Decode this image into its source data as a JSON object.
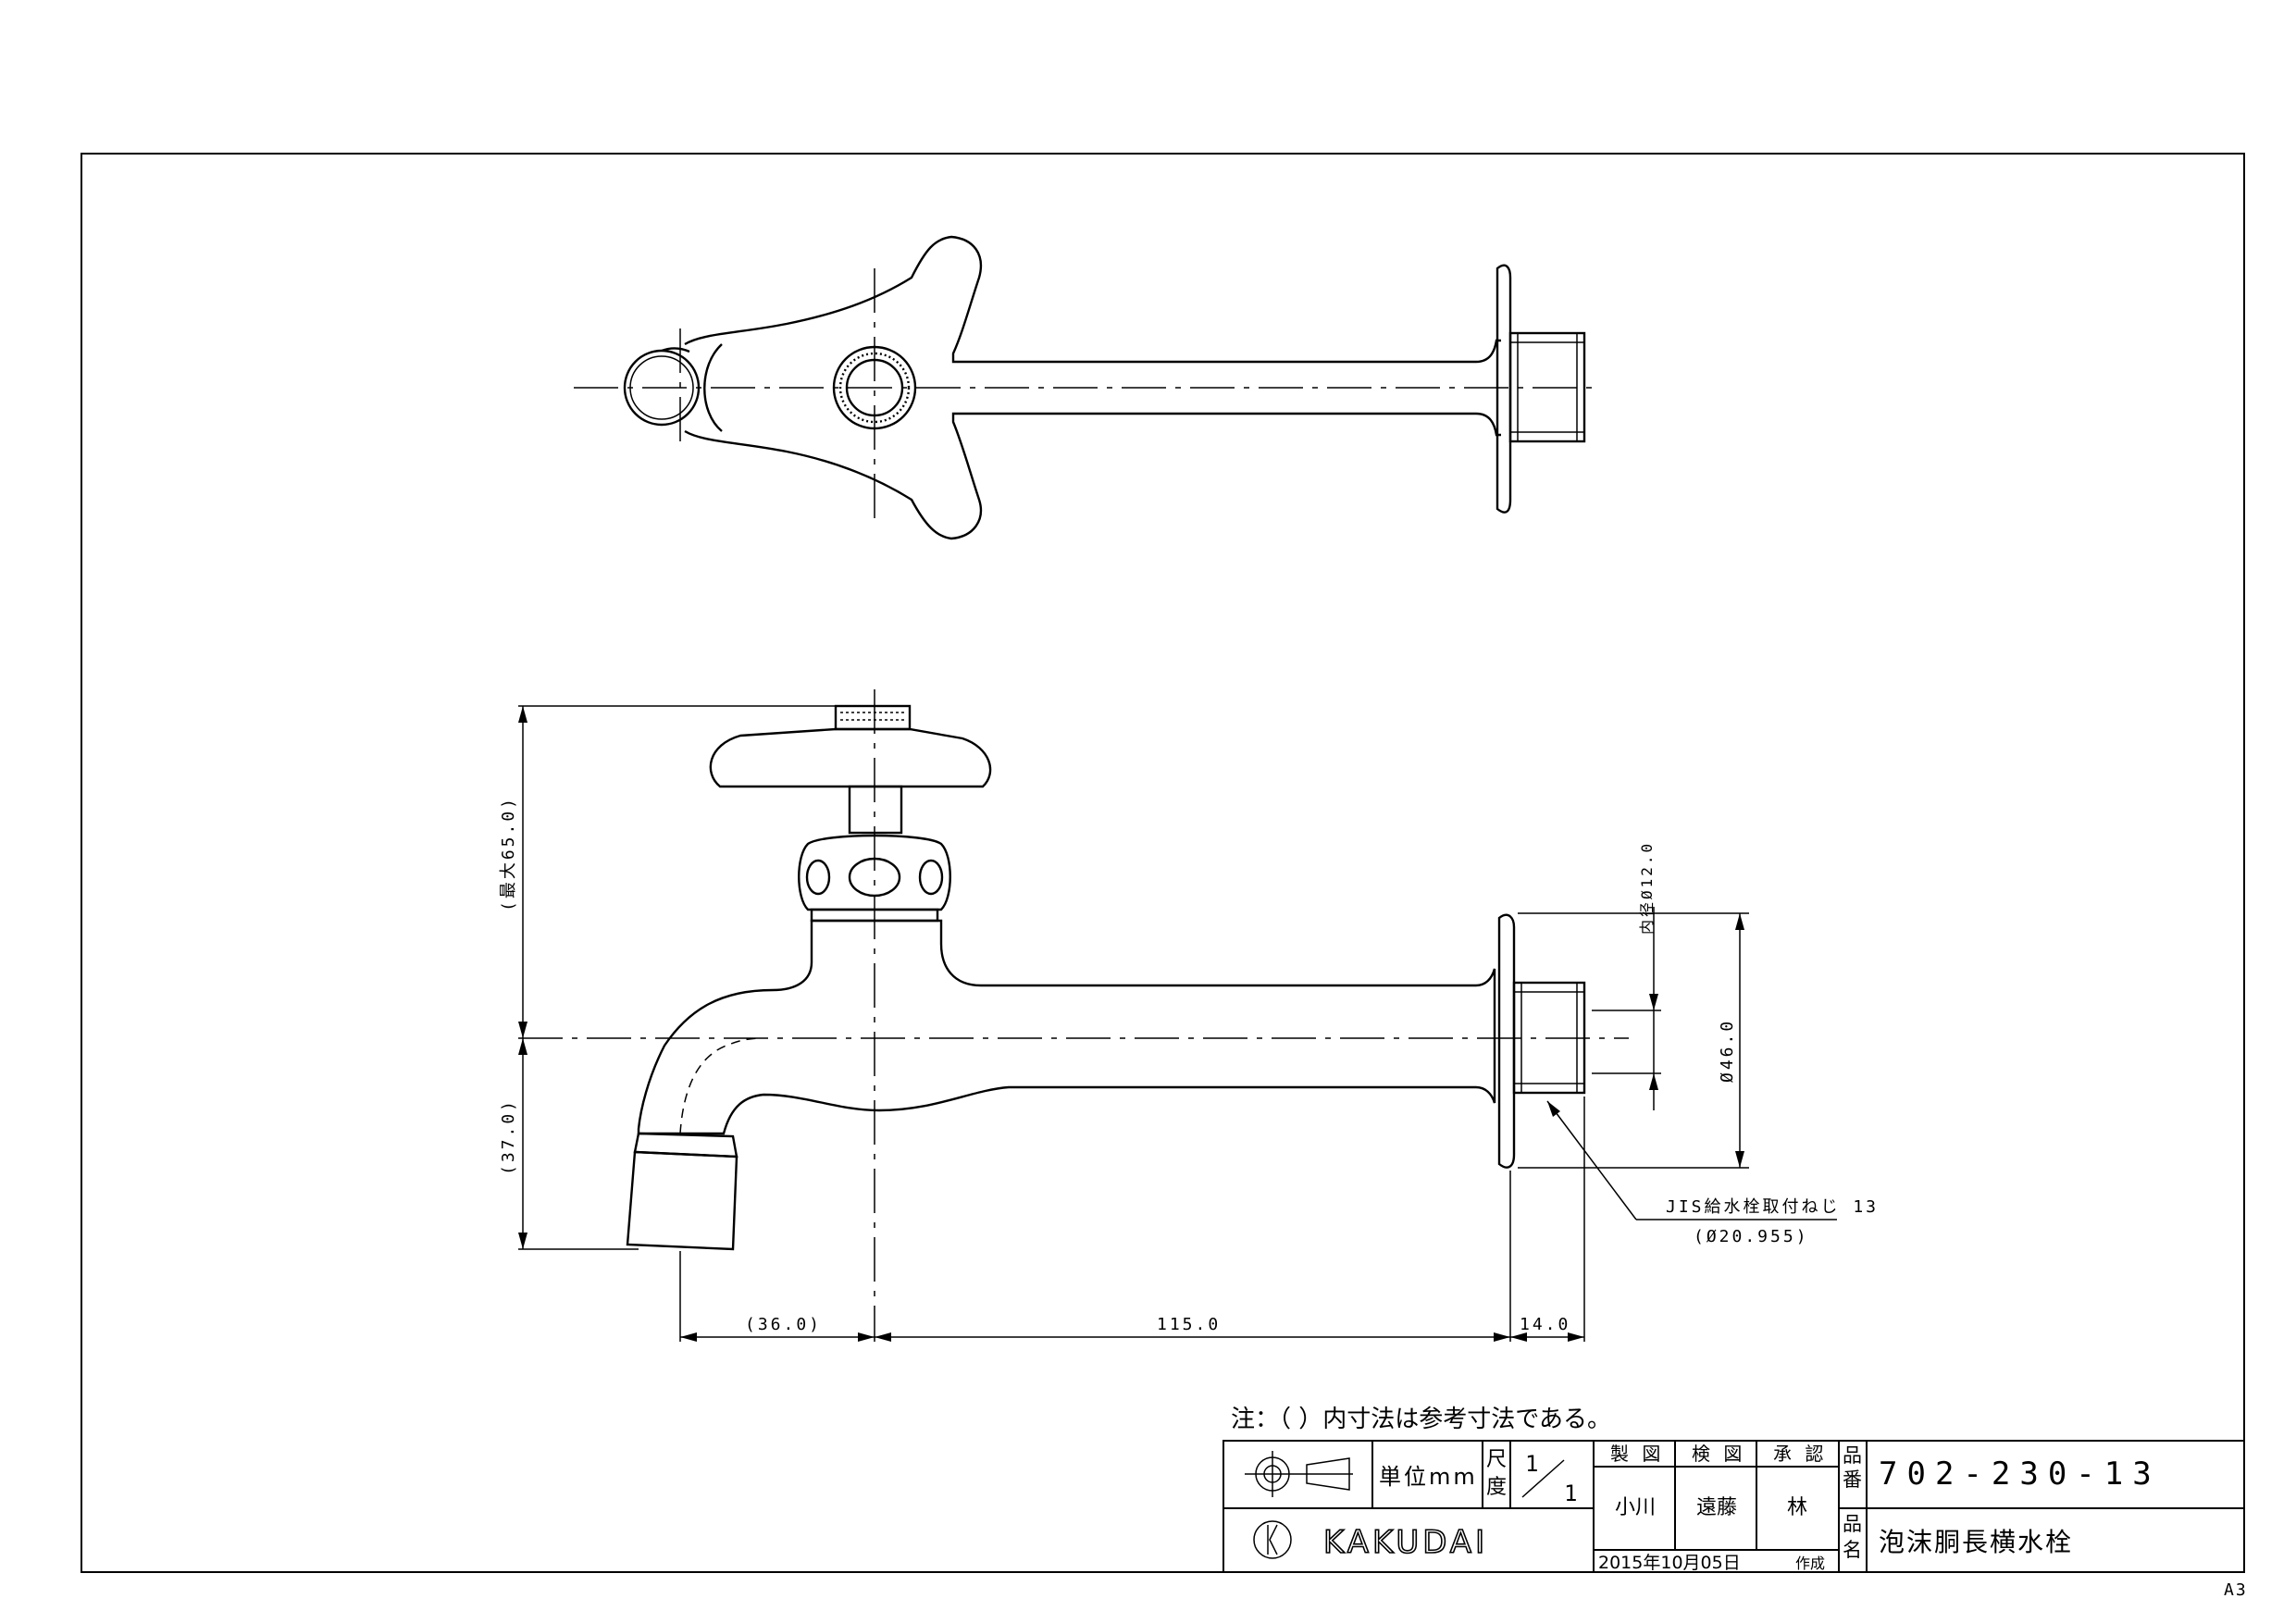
{
  "dimensions": {
    "height_max": "(最大65.0)",
    "height_spout": "(37.0)",
    "inner_dia": "内径Ø12.0",
    "flange_dia": "Ø46.0",
    "spout_offset": "(36.0)",
    "length": "115.0",
    "thread_len": "14.0",
    "thread_spec": "JIS給水栓取付ねじ 13",
    "thread_dia": "(Ø20.955)"
  },
  "note": "注：（ ）内寸法は参考寸法である。",
  "title_block": {
    "unit_label": "単位mm",
    "scale_label_1": "尺",
    "scale_label_2": "度",
    "scale_num": "1",
    "scale_den": "1",
    "h_seizu": "製 図",
    "h_kenzu": "検 図",
    "h_shonin": "承 認",
    "n_seizu": "小川",
    "n_kenzu": "遠藤",
    "n_shonin": "林",
    "company": "KAKUDAI",
    "date": "2015年10月05日",
    "created": "作成",
    "hinban_1": "品",
    "hinban_2": "番",
    "part_number": "702-230-13",
    "hinmei_1": "品",
    "hinmei_2": "名",
    "part_name": "泡沫胴長横水栓"
  },
  "sheet_size": "A3"
}
